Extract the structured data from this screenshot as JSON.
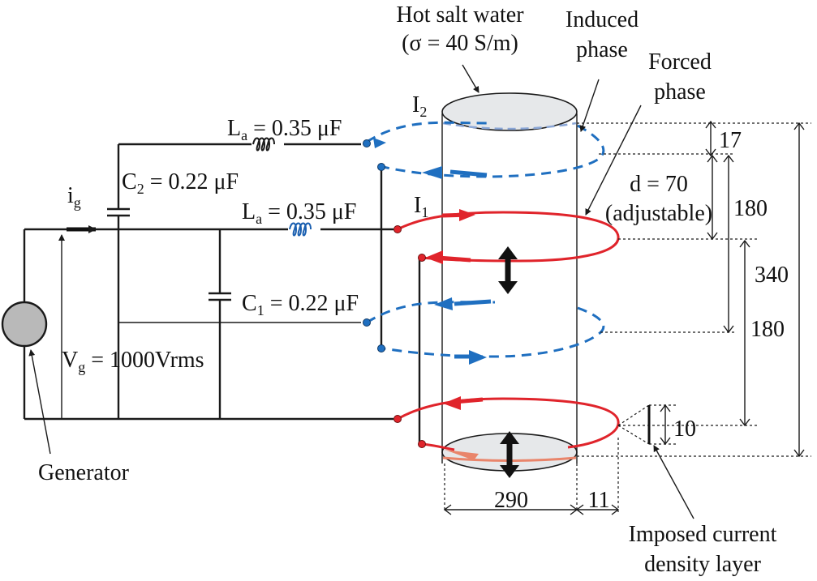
{
  "labels": {
    "hot_salt_water": "Hot salt water",
    "sigma": "(σ = 40 S/m)",
    "induced_phase_1": "Induced",
    "induced_phase_2": "phase",
    "forced_phase_1": "Forced",
    "forced_phase_2": "phase",
    "generator": "Generator",
    "imposed_1": "Imposed current",
    "imposed_2": "density layer",
    "d_label": "d = 70",
    "adjustable": "(adjustable)"
  },
  "components": {
    "la_top": {
      "main": "L",
      "sub": "a",
      "value": " = 0.35 μF"
    },
    "la_mid": {
      "main": "L",
      "sub": "a",
      "value": " = 0.35  μF"
    },
    "c2": {
      "main": "C",
      "sub": "2",
      "value": " = 0.22  μF"
    },
    "c1": {
      "main": "C",
      "sub": "1",
      "value": " = 0.22  μF"
    },
    "ig": {
      "main": "i",
      "sub": "g"
    },
    "vg": {
      "main": "V",
      "sub": "g",
      "value": " = 1000Vrms"
    },
    "i1": {
      "main": "I",
      "sub": "1"
    },
    "i2": {
      "main": "I",
      "sub": "2"
    }
  },
  "dimensions": {
    "d17": "17",
    "d180a": "180",
    "d340": "340",
    "d180b": "180",
    "d10": "10",
    "d290": "290",
    "d11": "11"
  },
  "colors": {
    "forced": "#e0242b",
    "induced": "#1f6fc0",
    "wire": "#1a1a1a",
    "generator": "#b9b9b9",
    "water": "#e6e8ea"
  }
}
